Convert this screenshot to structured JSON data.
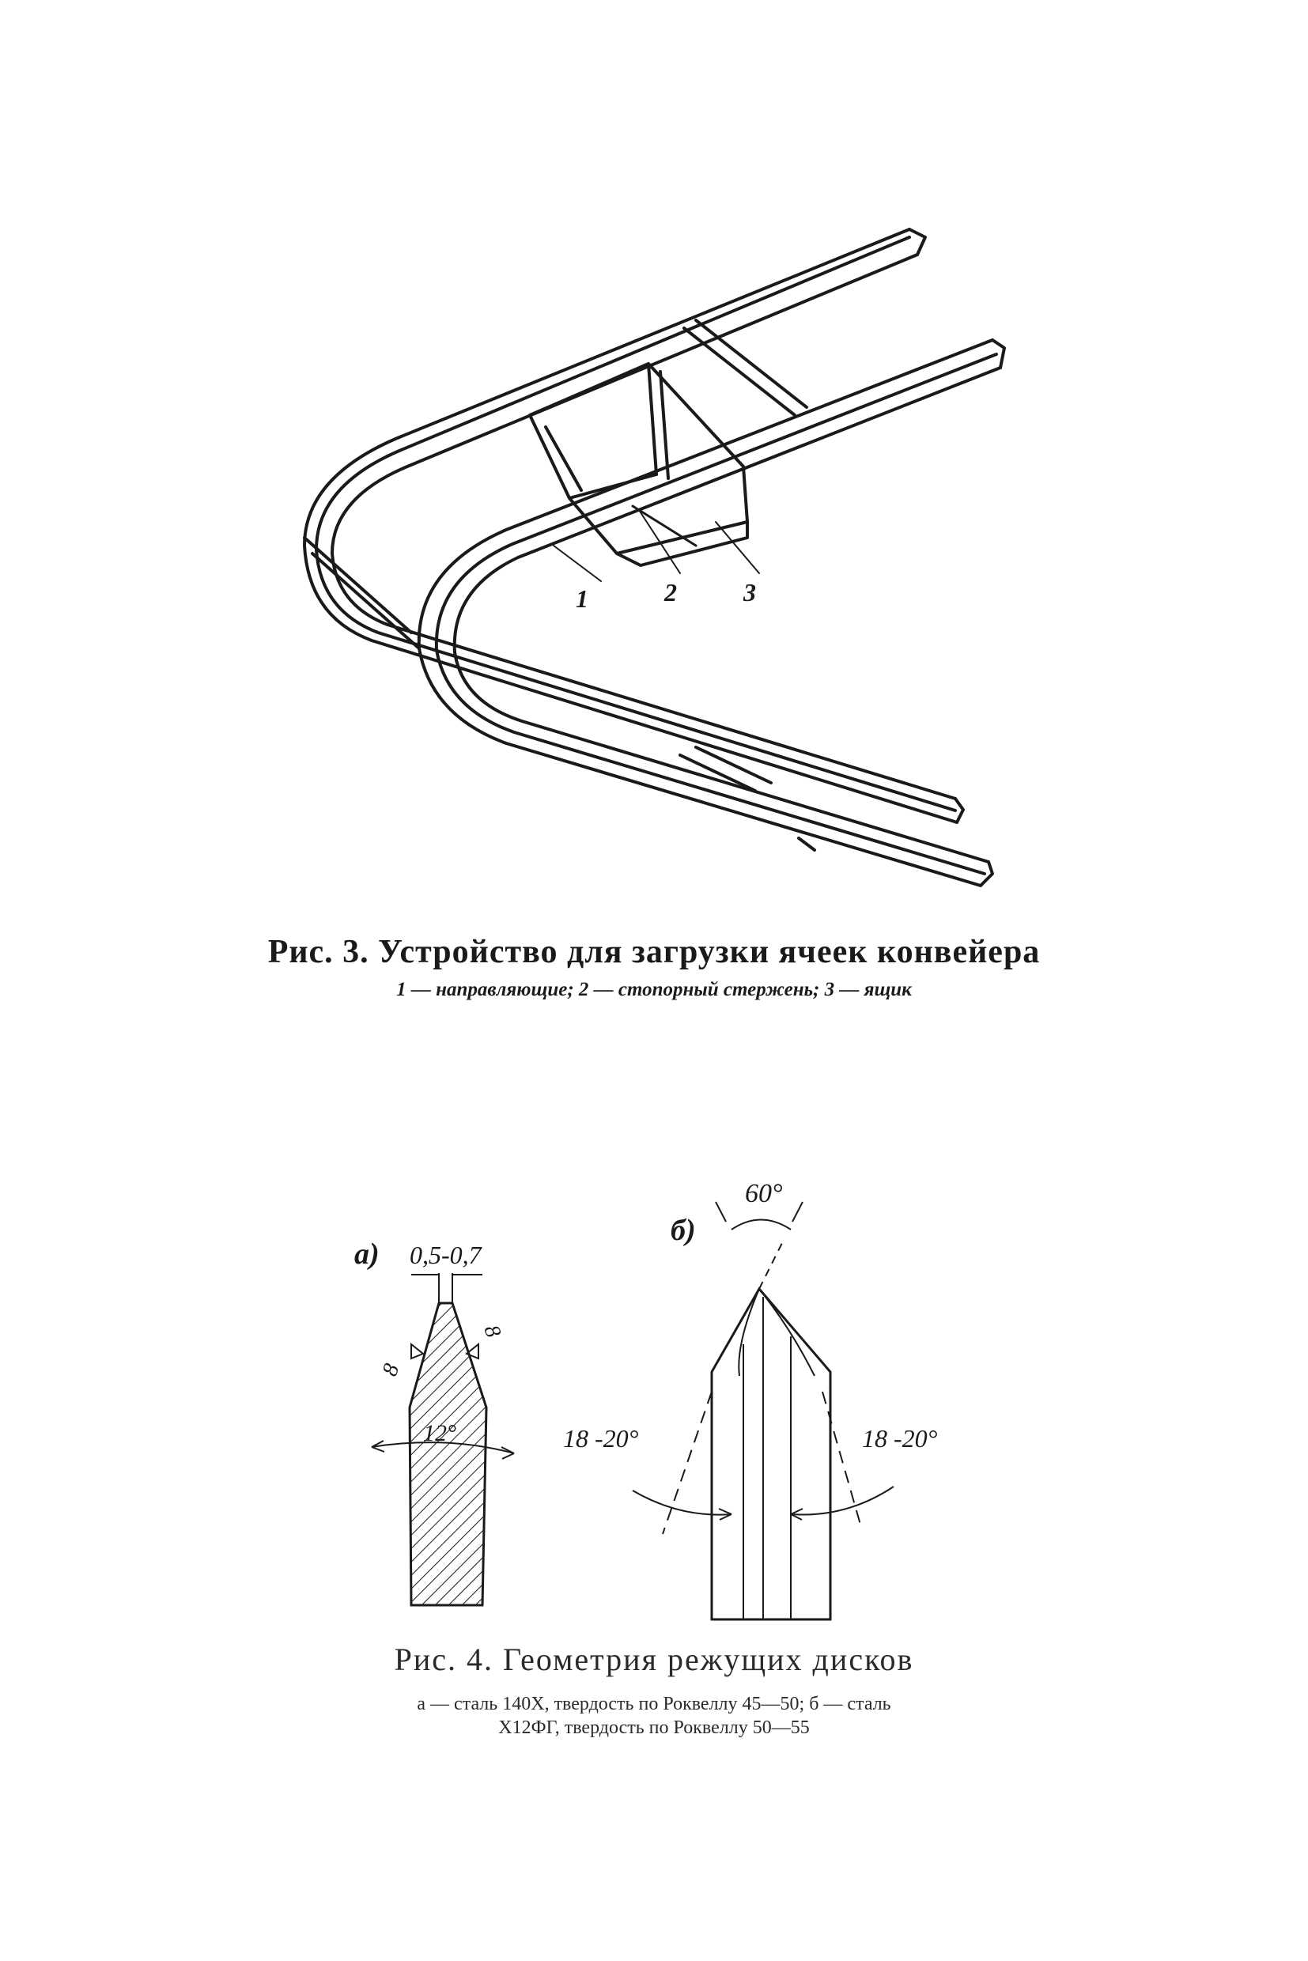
{
  "figure3": {
    "caption": "Рис. 3. Устройство для загрузки ячеек конвейера",
    "legend": "1 — направляющие; 2 — стопорный стержень; 3 — ящик",
    "callouts": [
      "1",
      "2",
      "3"
    ]
  },
  "figure4": {
    "caption": "Рис. 4. Геометрия режущих дисков",
    "legend_line1": "а — сталь 140Х, твердость по Роквеллу 45—50; б — сталь",
    "legend_line2": "Х12ФГ, твердость по Роквеллу 50—55",
    "panel_a": {
      "label": "а)",
      "width_dim": "0,5-0,7",
      "angle": "12°",
      "finish_left": "8",
      "finish_right": "8"
    },
    "panel_b": {
      "label": "б)",
      "top_angle": "60°",
      "left_angle": "18 -20°",
      "right_angle": "18 -20°"
    }
  }
}
